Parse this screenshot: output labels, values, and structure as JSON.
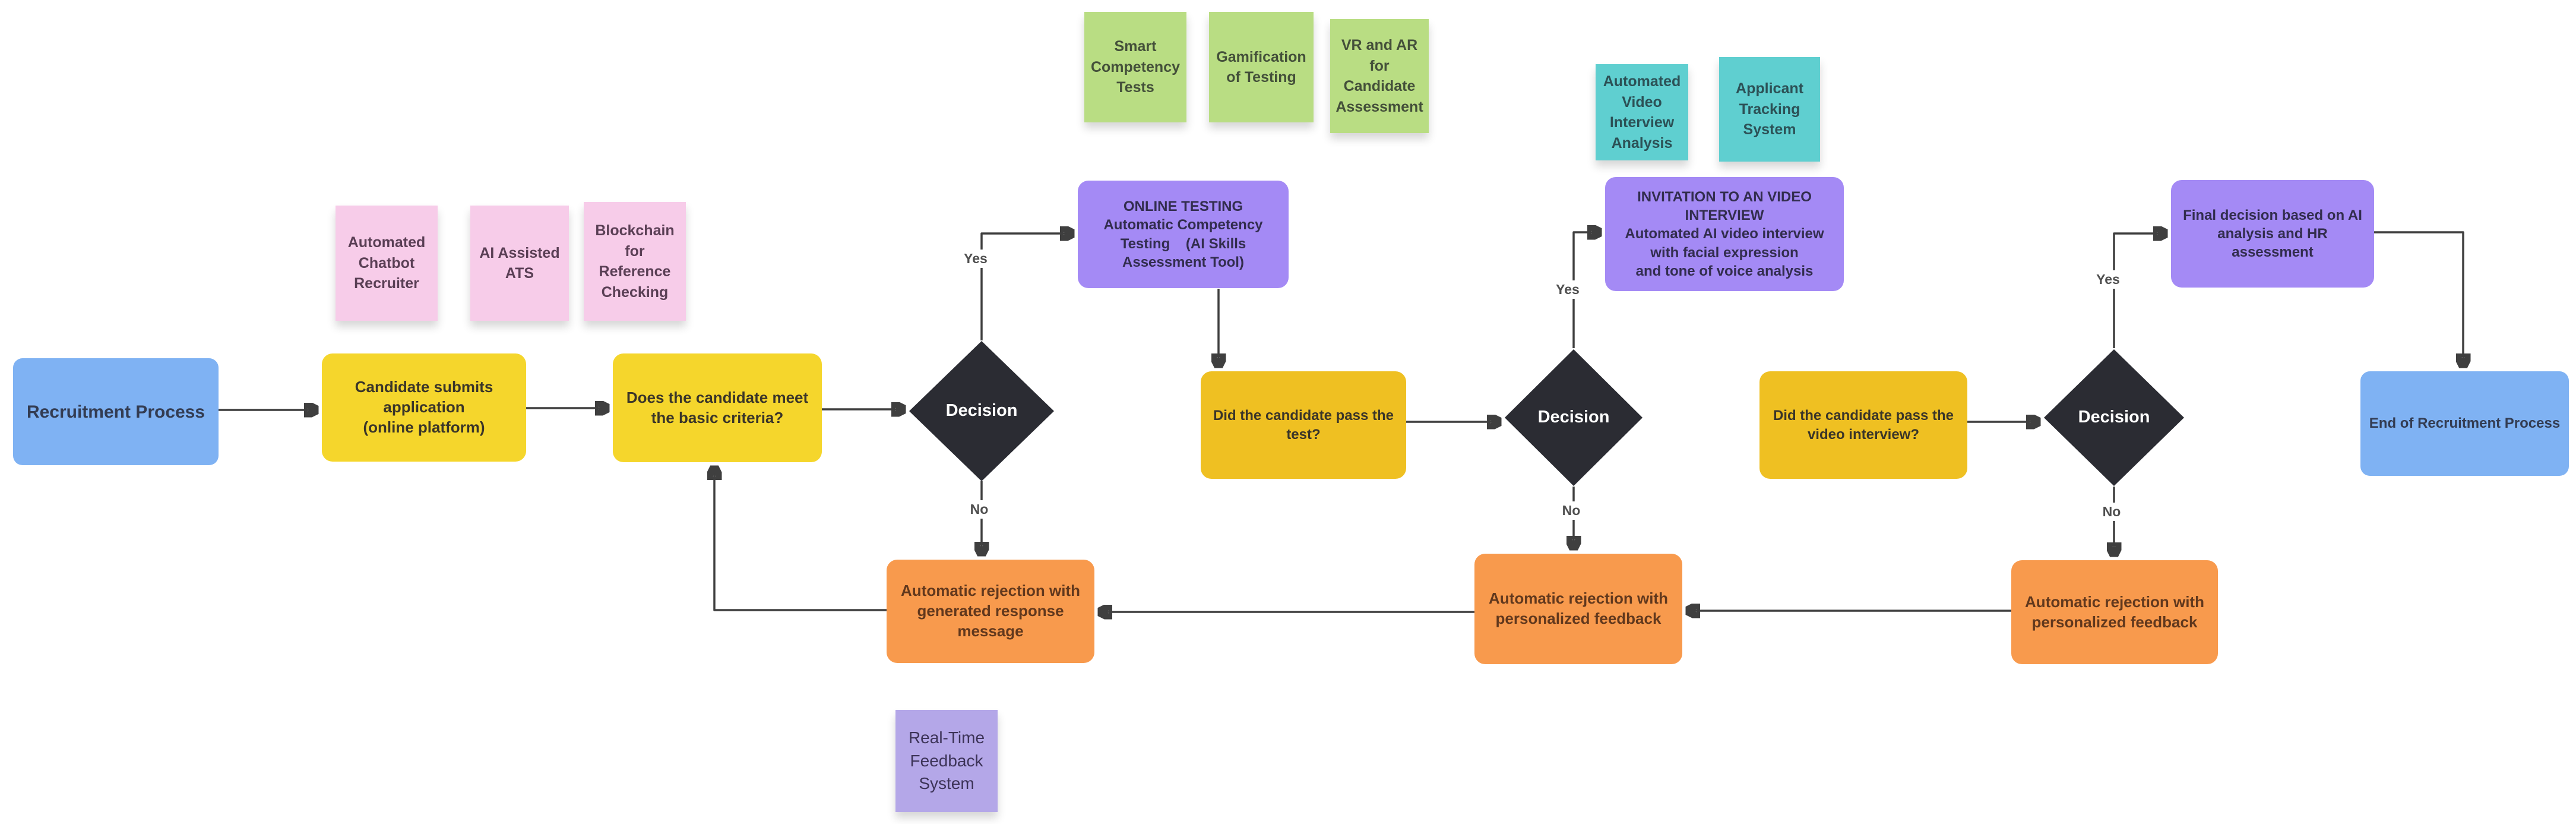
{
  "palette": {
    "background": "#ffffff",
    "connector": "#3f3f3f",
    "blue_node": "#7fb2f3",
    "yellow_node": "#f5d62c",
    "amber_node": "#efc022",
    "purple_node": "#a48af5",
    "orange_node": "#f89a4d",
    "decision_node": "#2b2c33",
    "decision_text": "#ffffff",
    "green_sticky": "#b9dd83",
    "teal_sticky": "#5fcfd0",
    "pink_sticky": "#f7cce9",
    "lavender_sticky": "#b4a7e8"
  },
  "nodes": {
    "recruitment": {
      "label": "Recruitment Process"
    },
    "candidate_submits": {
      "label": "Candidate submits\napplication\n(online platform)"
    },
    "basic_criteria": {
      "label": "Does the candidate meet\nthe basic criteria?"
    },
    "decision_1": {
      "label": "Decision"
    },
    "online_testing": {
      "label": "ONLINE TESTING\nAutomatic Competency\nTesting    (AI Skills\nAssessment Tool)"
    },
    "pass_test": {
      "label": "Did the candidate pass the\ntest?"
    },
    "decision_2": {
      "label": "Decision"
    },
    "invitation": {
      "label": "INVITATION TO AN VIDEO\nINTERVIEW\nAutomated AI video interview\nwith facial expression\nand tone of voice analysis"
    },
    "pass_video": {
      "label": "Did the candidate pass the\nvideo interview?"
    },
    "decision_3": {
      "label": "Decision"
    },
    "final_decision": {
      "label": "Final decision based on AI\nanalysis and HR\nassessment"
    },
    "end": {
      "label": "End of Recruitment Process"
    },
    "rejection_generated": {
      "label": "Automatic rejection with\ngenerated response\nmessage"
    },
    "rejection_personalized_1": {
      "label": "Automatic rejection with\npersonalized feedback"
    },
    "rejection_personalized_2": {
      "label": "Automatic rejection with\npersonalized feedback"
    }
  },
  "stickies": {
    "smart_competency": {
      "label": "Smart\nCompetency\nTests"
    },
    "gamification": {
      "label": "Gamification\nof Testing"
    },
    "vr_ar": {
      "label": "VR and AR\nfor\nCandidate\nAssessment"
    },
    "video_analysis": {
      "label": "Automated\nVideo\nInterview\nAnalysis"
    },
    "applicant_tracking": {
      "label": "Applicant\nTracking\nSystem"
    },
    "chatbot": {
      "label": "Automated\nChatbot\nRecruiter"
    },
    "ai_ats": {
      "label": "AI Assisted\nATS"
    },
    "blockchain": {
      "label": "Blockchain\nfor\nReference\nChecking"
    },
    "realtime_feedback": {
      "label": "Real-Time\nFeedback\nSystem"
    }
  },
  "edge_labels": {
    "yes_1": "Yes",
    "no_1": "No",
    "yes_2": "Yes",
    "no_2": "No",
    "yes_3": "Yes",
    "no_3": "No"
  }
}
